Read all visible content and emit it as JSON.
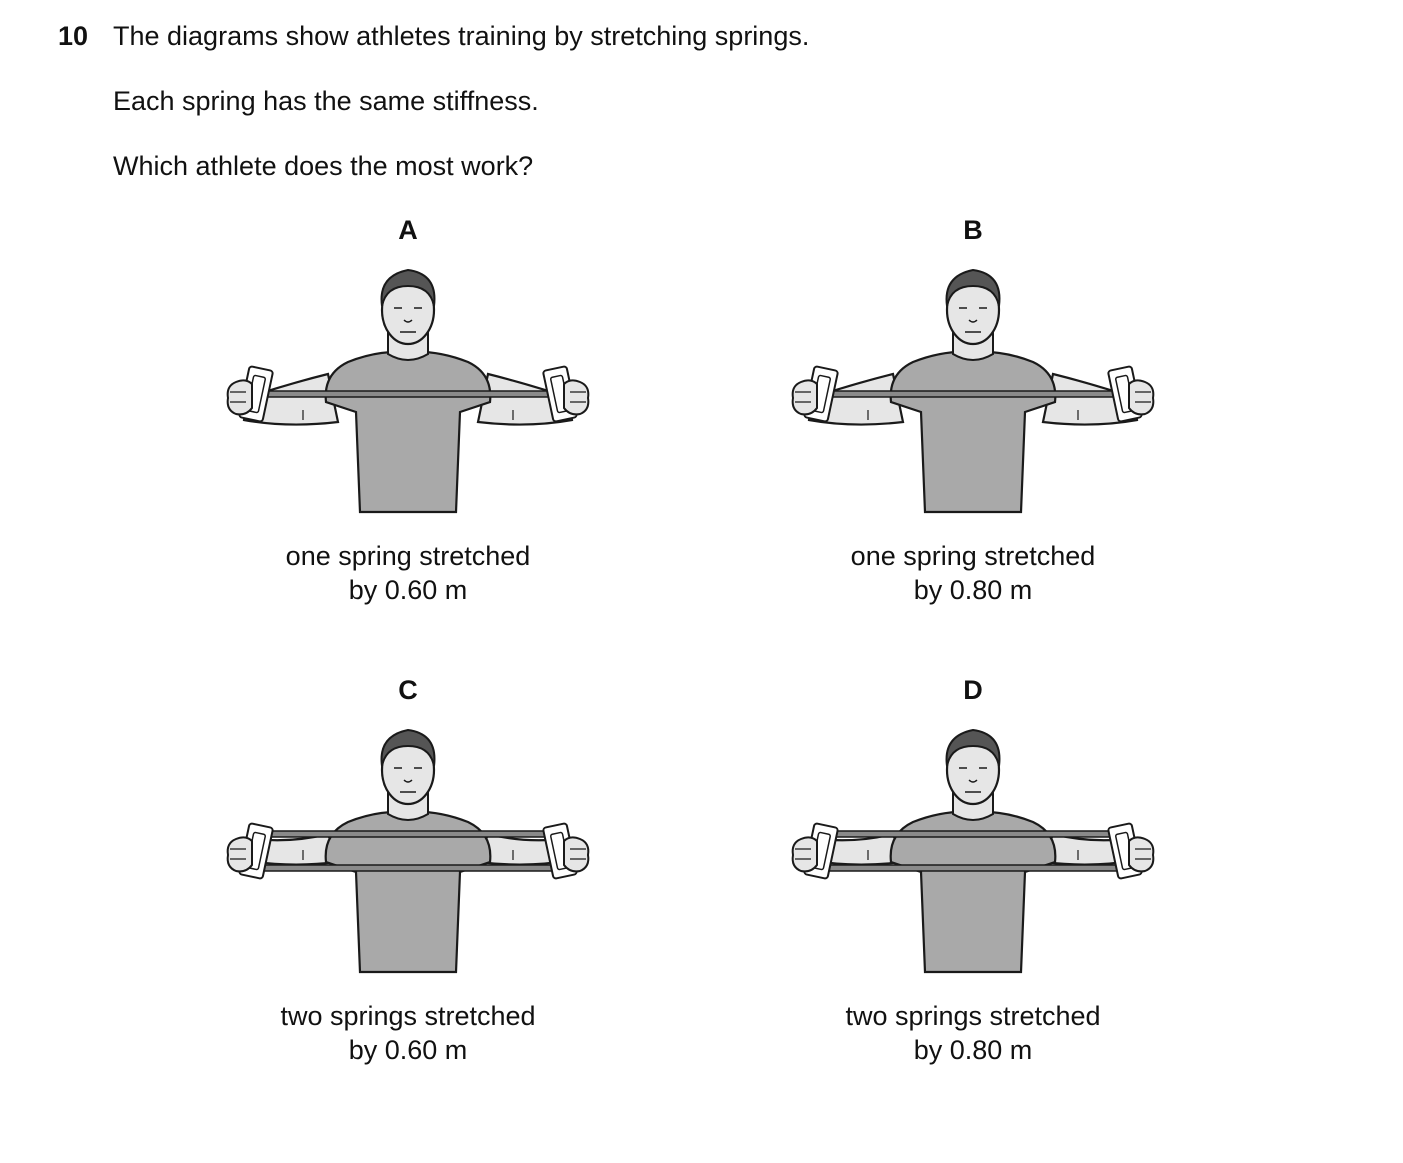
{
  "question": {
    "number": "10",
    "lines": [
      "The diagrams show athletes training by stretching springs.",
      "Each spring has the same stiffness.",
      "Which athlete does the most work?"
    ]
  },
  "options": [
    {
      "letter": "A",
      "caption_line1": "one spring stretched",
      "caption_line2": "by 0.60 m",
      "springs": 1
    },
    {
      "letter": "B",
      "caption_line1": "one spring stretched",
      "caption_line2": "by 0.80 m",
      "springs": 1
    },
    {
      "letter": "C",
      "caption_line1": "two springs stretched",
      "caption_line2": "by 0.60 m",
      "springs": 2
    },
    {
      "letter": "D",
      "caption_line1": "two springs stretched",
      "caption_line2": "by 0.80 m",
      "springs": 2
    }
  ],
  "colors": {
    "ink": "#1a1a1a",
    "shirt": "#a9a9a9",
    "skin": "#e6e6e6",
    "hair": "#555555",
    "spring": "#8a8a8a"
  }
}
